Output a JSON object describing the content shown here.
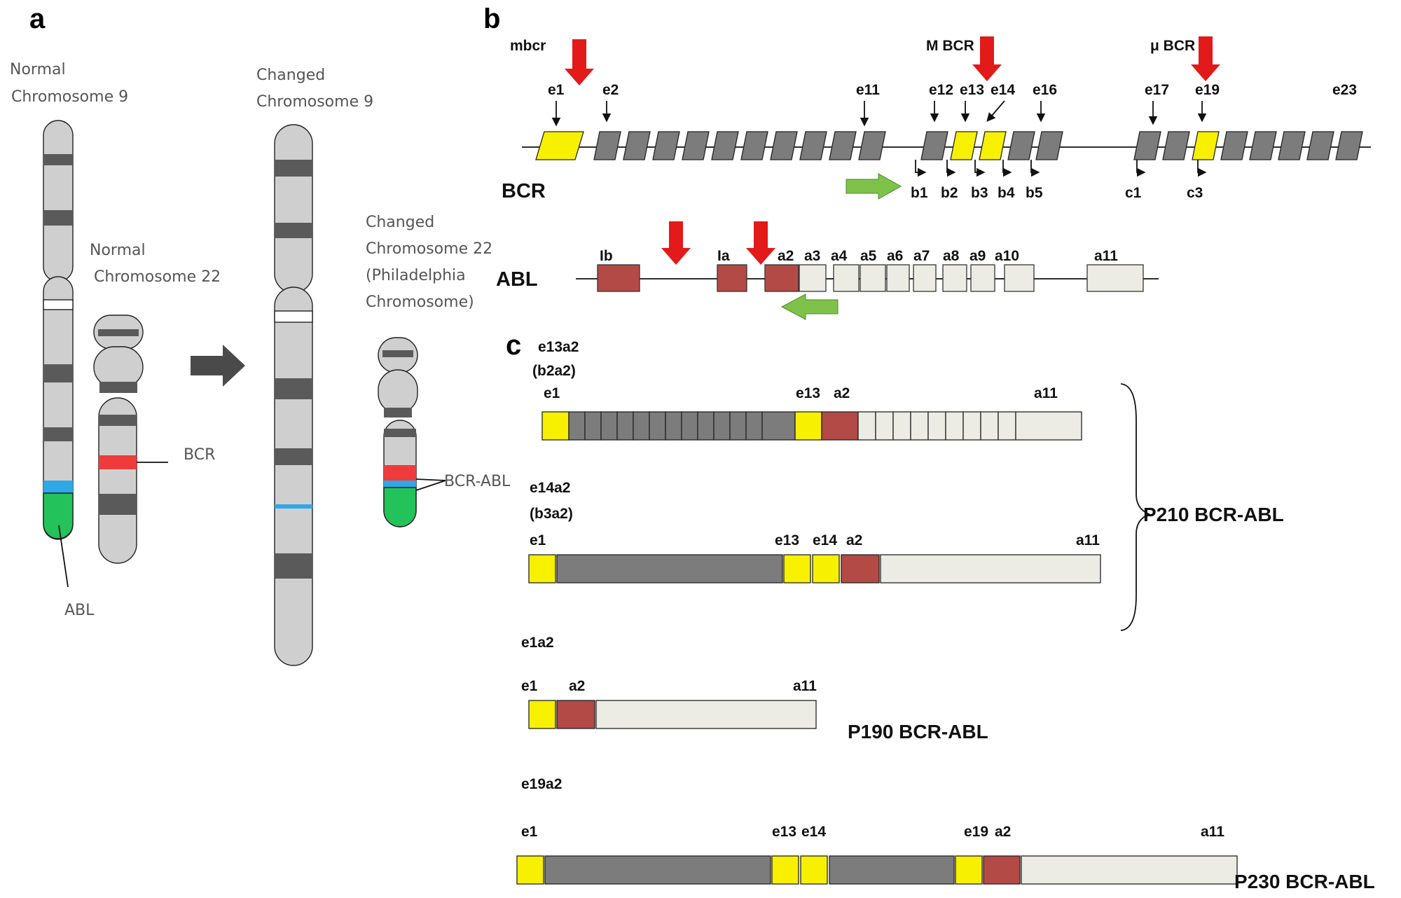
{
  "colors": {
    "bcr_exon": "#7c7c7c",
    "breakpoint_exon": "#f7f000",
    "abl_exon_5p": "#b34a46",
    "abl_exon_3p": "#ecece4",
    "breakpoint_arrow": "#e31a1a",
    "direction_arrow": "#7ec24a",
    "bcr_band": "#ef3b3b",
    "abl_band": "#2ea8e6",
    "abl_region": "#23c25a",
    "chromosome_body": "#cfcfcf",
    "chromosome_band": "#5a5a5a",
    "translocation_arrow": "#4a4a4a"
  },
  "panel_a": {
    "label": "a",
    "normal_chr9": [
      "Normal",
      "Chromosome 9"
    ],
    "normal_chr22": [
      "Normal",
      "Chromosome 22"
    ],
    "changed_chr9": [
      "Changed",
      "Chromosome 9"
    ],
    "changed_chr22": [
      "Changed",
      "Chromosome 22",
      "(Philadelphia",
      "Chromosome)"
    ],
    "bcr_label": "BCR",
    "abl_label": "ABL",
    "fusion_label": "BCR-ABL",
    "arrow_icon": "right-arrow-icon"
  },
  "panel_b": {
    "label": "b",
    "bcr_gene": "BCR",
    "abl_gene": "ABL",
    "breakpoint_regions": [
      "mbcr",
      "M BCR",
      "μ BCR"
    ],
    "bcr_exon_labels": [
      "e1",
      "e2",
      "e11",
      "e12",
      "e13",
      "e14",
      "e16",
      "e17",
      "e19",
      "e23"
    ],
    "bcr_lower_labels": [
      "b1",
      "b2",
      "b3",
      "b4",
      "b5",
      "c1",
      "c3"
    ],
    "abl_exon_labels": [
      "Ib",
      "Ia",
      "a2",
      "a3",
      "a4",
      "a5",
      "a6",
      "a7",
      "a8",
      "a9",
      "a10",
      "a11"
    ]
  },
  "panel_c": {
    "label": "c",
    "transcripts": [
      {
        "name": "e13a2",
        "alt_name": "(b2a2)",
        "exon_labels": [
          "e1",
          "e13",
          "a2",
          "a11"
        ]
      },
      {
        "name": "e14a2",
        "alt_name": "(b3a2)",
        "exon_labels": [
          "e1",
          "e13",
          "e14",
          "a2",
          "a11"
        ]
      },
      {
        "name": "e1a2",
        "exon_labels": [
          "e1",
          "a2",
          "a11"
        ]
      },
      {
        "name": "e19a2",
        "exon_labels": [
          "e1",
          "e13",
          "e14",
          "e19",
          "a2",
          "a11"
        ]
      }
    ],
    "products": [
      "P210 BCR-ABL",
      "P190 BCR-ABL",
      "P230 BCR-ABL"
    ]
  }
}
